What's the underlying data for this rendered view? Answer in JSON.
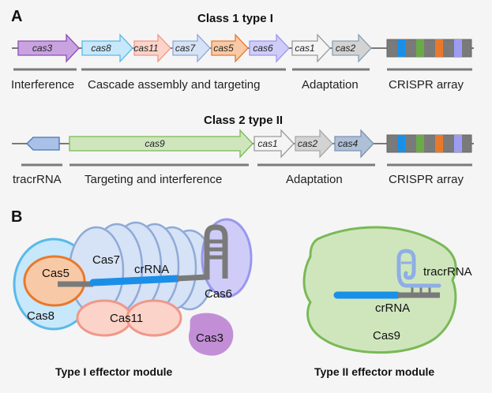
{
  "panel_a": {
    "label": "A",
    "class1": {
      "title": "Class 1 type I",
      "genes": [
        {
          "name": "cas3",
          "fill": "#c9a3e0",
          "stroke": "#8e4cb8"
        },
        {
          "name": "cas8",
          "fill": "#c7e7fa",
          "stroke": "#5ab9ea"
        },
        {
          "name": "cas11",
          "fill": "#fbd3c9",
          "stroke": "#f0988a"
        },
        {
          "name": "cas7",
          "fill": "#d6e2f5",
          "stroke": "#8eaad8"
        },
        {
          "name": "cas5",
          "fill": "#f8c9a6",
          "stroke": "#e8792b"
        },
        {
          "name": "cas6",
          "fill": "#cfcdf8",
          "stroke": "#9a97f0"
        },
        {
          "name": "cas1",
          "fill": "#f4f4f4",
          "stroke": "#9a9a9a"
        },
        {
          "name": "cas2",
          "fill": "#d3d3d3",
          "stroke": "#8aa0b8"
        }
      ],
      "functions": [
        "Interference",
        "Cascade assembly and targeting",
        "Adaptation",
        "CRISPR array"
      ]
    },
    "class2": {
      "title": "Class 2 type II",
      "genes": [
        {
          "name": "cas9",
          "fill": "#cfe6bd",
          "stroke": "#7ab957"
        },
        {
          "name": "cas1",
          "fill": "#f4f4f4",
          "stroke": "#9a9a9a"
        },
        {
          "name": "cas2",
          "fill": "#d3d3d3",
          "stroke": "#a8a8a8"
        },
        {
          "name": "cas4",
          "fill": "#aebfd6",
          "stroke": "#7d93b3"
        }
      ],
      "tracr_color": "#a9c0e8",
      "functions": [
        "tracrRNA",
        "Targeting and interference",
        "Adaptation",
        "CRISPR array"
      ]
    },
    "crispr_array": {
      "repeat_color": "#7a7a7a",
      "spacer_colors": [
        "#1a8fe8",
        "#6aaa48",
        "#e8792b",
        "#9c9cf5"
      ]
    }
  },
  "panel_b": {
    "label": "B",
    "type1": {
      "proteins": [
        "Cas8",
        "Cas5",
        "Cas7",
        "Cas6",
        "Cas11",
        "Cas3"
      ],
      "rna_label": "crRNA",
      "caption": "Type I effector module"
    },
    "type2": {
      "protein": "Cas9",
      "rna_labels": [
        "tracrRNA",
        "crRNA"
      ],
      "caption": "Type II effector module"
    },
    "colors": {
      "crrna": "#1a8fe8",
      "rna_gray": "#7a7a7a"
    }
  }
}
